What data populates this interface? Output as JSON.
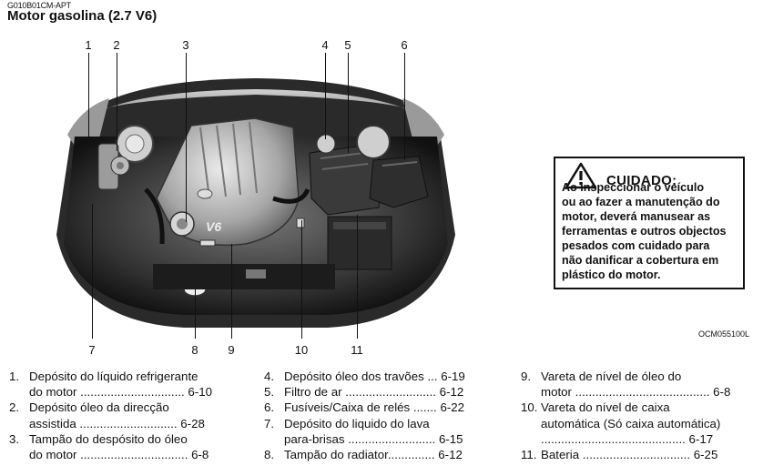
{
  "header": {
    "code": "G010B01CM-APT",
    "title": "Motor gasolina (2.7 V6)"
  },
  "photo": {
    "code": "OCM055100L",
    "top_callouts": [
      "1",
      "2",
      "3",
      "4",
      "5",
      "6"
    ],
    "bottom_callouts": [
      "7",
      "8",
      "9",
      "10",
      "11"
    ],
    "cover_badge": "V6"
  },
  "warning": {
    "title": "CUIDADO:",
    "lines": [
      "Ao inspeccionar o veículo",
      "ou ao fazer a manutenção do",
      "motor, deverá manusear as",
      "ferramentas e outros objectos",
      "pesados com cuidado para",
      "não danificar a cobertura em",
      "plástico do motor."
    ]
  },
  "legend": {
    "col1": [
      {
        "num": "1.",
        "line1": "Depósito do líquido refrigerante",
        "line2": "do motor ............................... 6-10"
      },
      {
        "num": "2.",
        "line1": "Depósito óleo da direcção",
        "line2": "assistida ............................. 6-28"
      },
      {
        "num": "3.",
        "line1": "Tampão do despósito do óleo",
        "line2": "do motor ................................ 6-8"
      }
    ],
    "col2": [
      {
        "num": "4.",
        "line1": "Depósito óleo dos travões ... 6-19"
      },
      {
        "num": "5.",
        "line1": "Filtro de ar ........................... 6-12"
      },
      {
        "num": "6.",
        "line1": "Fusíveis/Caixa de relés ....... 6-22"
      },
      {
        "num": "7.",
        "line1": "Depósito do liquido do lava",
        "line2": "para-brisas .......................... 6-15"
      },
      {
        "num": "8.",
        "line1": "Tampão do radiator.............. 6-12"
      }
    ],
    "col3": [
      {
        "num": "9.",
        "line1": "Vareta de nível de óleo do",
        "line2": "motor ........................................ 6-8"
      },
      {
        "num": "10.",
        "line1": "Vareta do nível de caixa",
        "line2": "automática (Só caixa automática)",
        "line3": "........................................... 6-17"
      },
      {
        "num": "11.",
        "line1": "Bateria ................................ 6-25"
      }
    ]
  }
}
